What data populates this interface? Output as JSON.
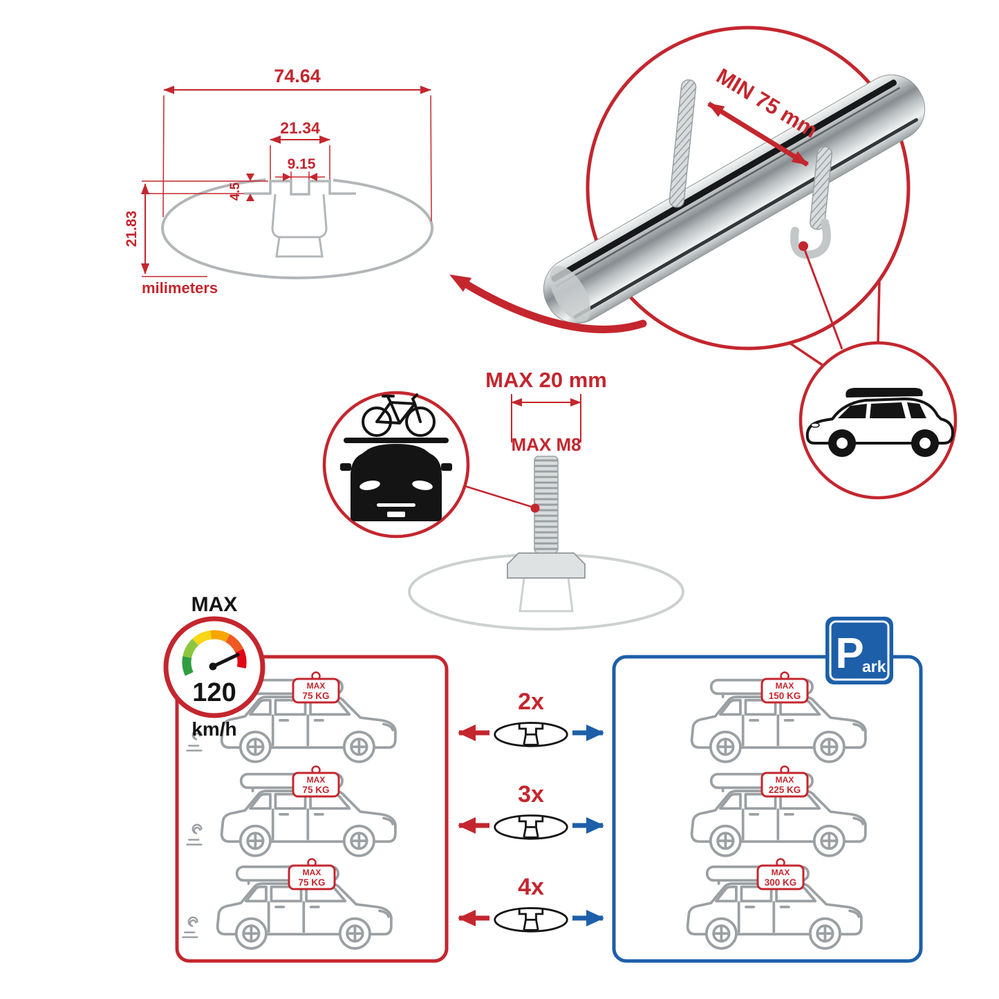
{
  "colors": {
    "accent_red": "#c4262e",
    "accent_blue": "#1d5fa9",
    "line_gray": "#9aa0a3",
    "profile_gray": "#b3b6b8",
    "black": "#141414"
  },
  "cross_section": {
    "total_width": "74.64",
    "channel_width": "21.34",
    "slot_width": "9.15",
    "lip_depth": "4.5",
    "total_height": "21.83",
    "units": "milimeters"
  },
  "bar": {
    "min_span": "MIN 75 mm"
  },
  "bolt": {
    "max_depth": "MAX 20 mm",
    "max_thread": "MAX M8"
  },
  "speed": {
    "label": "MAX",
    "value": "120",
    "unit": "km/h"
  },
  "multipliers": [
    "2x",
    "3x",
    "4x"
  ],
  "red_panel": {
    "cars": [
      {
        "max": "MAX",
        "kg": "75 KG"
      },
      {
        "max": "MAX",
        "kg": "75 KG"
      },
      {
        "max": "MAX",
        "kg": "75 KG"
      }
    ]
  },
  "blue_panel": {
    "cars": [
      {
        "max": "MAX",
        "kg": "150 KG"
      },
      {
        "max": "MAX",
        "kg": "225 KG"
      },
      {
        "max": "MAX",
        "kg": "300 KG"
      }
    ],
    "park": {
      "letter": "P",
      "suffix": "ark"
    }
  }
}
